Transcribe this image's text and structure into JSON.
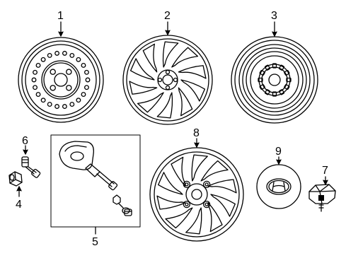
{
  "callouts": {
    "c1": "1",
    "c2": "2",
    "c3": "3",
    "c4": "4",
    "c5": "5",
    "c6": "6",
    "c7": "7",
    "c8": "8",
    "c9": "9"
  },
  "parts": [
    {
      "id": "1",
      "icon": "steel-wheel-icon"
    },
    {
      "id": "2",
      "icon": "alloy-wheel-icon"
    },
    {
      "id": "3",
      "icon": "spare-wheel-icon"
    },
    {
      "id": "4",
      "icon": "lug-nut-icon"
    },
    {
      "id": "5",
      "icon": "tpms-sensor-icon"
    },
    {
      "id": "6",
      "icon": "valve-stem-icon"
    },
    {
      "id": "7",
      "icon": "center-cap-icon"
    },
    {
      "id": "8",
      "icon": "wheel-cover-icon"
    },
    {
      "id": "9",
      "icon": "emblem-cap-icon"
    }
  ]
}
